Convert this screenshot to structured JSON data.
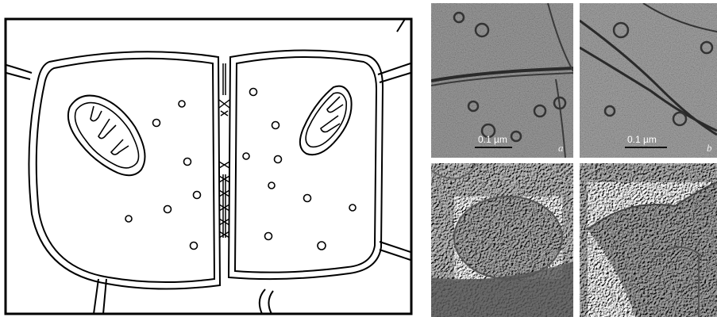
{
  "figure": {
    "panels": {
      "a": {
        "letter": "a",
        "scale_bar_label": "0.1 µm"
      },
      "b": {
        "letter": "b",
        "scale_bar_label": "0.1 µm"
      }
    }
  },
  "colors": {
    "line": "#000000",
    "paper": "#ffffff",
    "micrograph_dark": "#5a5a5a",
    "micrograph_light": "#bdbdbd"
  }
}
